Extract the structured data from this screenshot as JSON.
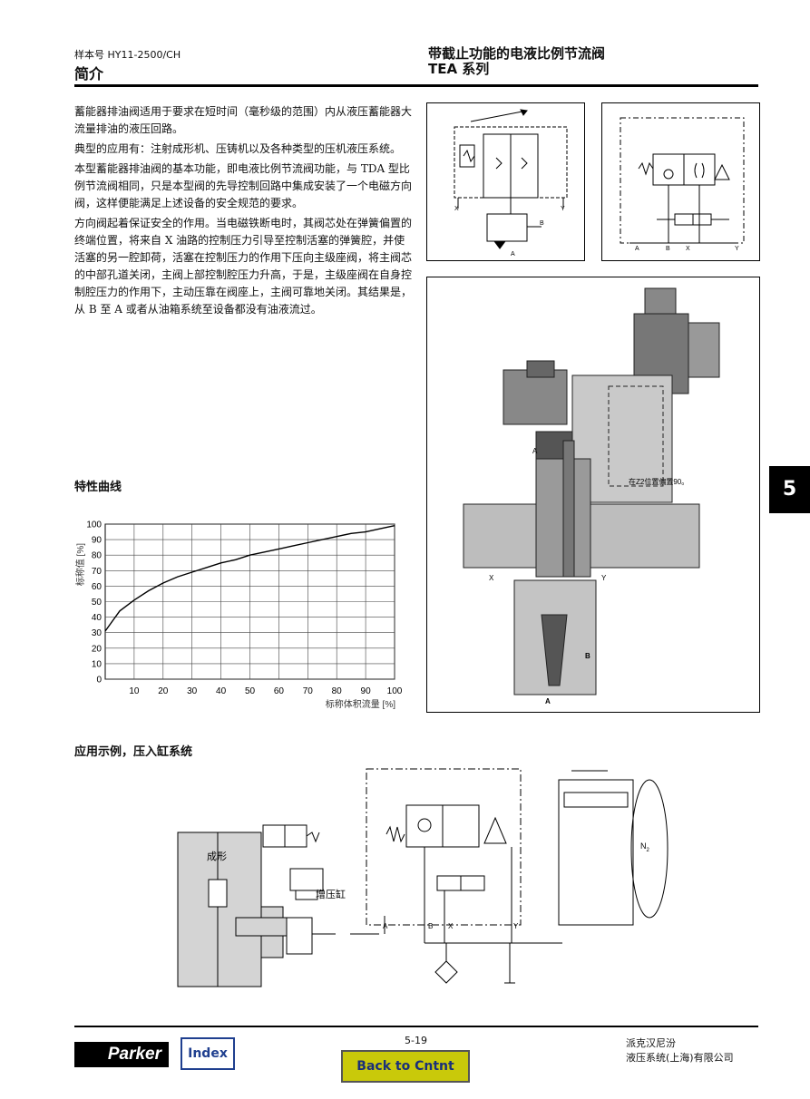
{
  "header": {
    "catalog_no": "样本号 HY11-2500/CH",
    "section": "简介",
    "product_title": "带截止功能的电液比例节流阀",
    "series": "TEA 系列"
  },
  "body_paragraphs": [
    "蓄能器排油阀适用于要求在短时间（毫秒级的范围）内从液压蓄能器大流量排油的液压回路。",
    "典型的应用有：注射成形机、压铸机以及各种类型的压机液压系统。",
    "本型蓄能器排油阀的基本功能，即电液比例节流阀功能，与 TDA 型比例节流阀相同，只是本型阀的先导控制回路中集成安装了一个电磁方向阀，这样便能满足上述设备的安全规范的要求。",
    "方向阀起着保证安全的作用。当电磁铁断电时，其阀芯处在弹簧偏置的终端位置，将来自 X 油路的控制压力引导至控制活塞的弹簧腔，并使活塞的另一腔卸荷，活塞在控制压力的作用下压向主级座阀，将主阀芯的中部孔道关闭，主阀上部控制腔压力升高，于是，主级座阀在自身控制腔压力的作用下，主动压靠在阀座上，主阀可靠地关闭。其结果是，从 B 至 A 或者从油箱系统至设备都没有油液流过。"
  ],
  "characteristic": {
    "heading": "特性曲线",
    "chart_data": {
      "type": "line",
      "title": "",
      "xlabel": "标称体积流量 [%]",
      "ylabel": "标称值 [%]",
      "xlim": [
        0,
        100
      ],
      "ylim": [
        0,
        100
      ],
      "xticks": [
        10,
        20,
        30,
        40,
        50,
        60,
        70,
        80,
        90,
        100
      ],
      "yticks": [
        0,
        10,
        20,
        30,
        40,
        50,
        60,
        70,
        80,
        90,
        100
      ],
      "grid": true,
      "series": [
        {
          "x": [
            0,
            5,
            10,
            15,
            20,
            25,
            30,
            35,
            40,
            45,
            50,
            55,
            60,
            65,
            70,
            75,
            80,
            85,
            90,
            95,
            100
          ],
          "y": [
            31,
            44,
            51,
            57,
            62,
            66,
            69,
            72,
            75,
            77,
            80,
            82,
            84,
            86,
            88,
            90,
            92,
            94,
            95,
            97,
            99
          ]
        }
      ]
    }
  },
  "diagram_labels": {
    "symbol1": {
      "x": "X",
      "y": "Y",
      "a": "A",
      "b": "B"
    },
    "symbol2": {
      "a": "A",
      "b": "B",
      "x": "X",
      "y": "Y"
    },
    "sectional": {
      "note": "在Z2位置偏置90。",
      "a_top": "A",
      "a": "A",
      "b": "B",
      "x": "X",
      "y": "Y"
    }
  },
  "application": {
    "heading": "应用示例，压入缸系统",
    "molding_label": "成形",
    "booster_label": "增压缸",
    "n2_label": "N",
    "n2_sub": "2",
    "ports": {
      "a": "A",
      "b": "B",
      "x": "X",
      "y": "Y"
    }
  },
  "side_tab": "5",
  "footer": {
    "page": "5-19",
    "company_line1": "派克汉尼汾",
    "company_line2": "液压系统(上海)有限公司",
    "logo_text": "Parker",
    "index_label": "Index",
    "back_label": "Back to Cntnt"
  }
}
